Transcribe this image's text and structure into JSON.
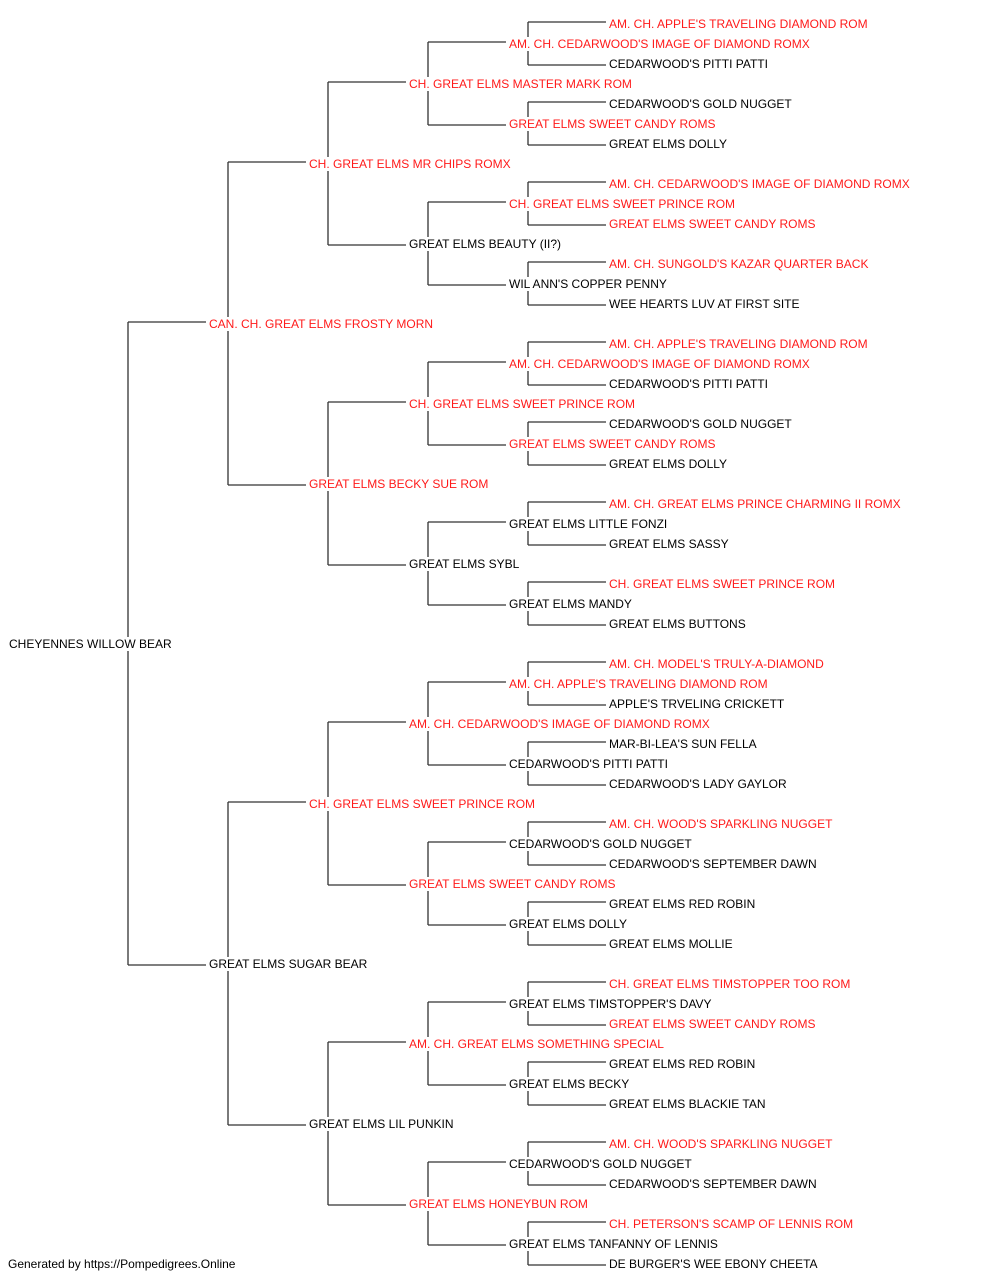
{
  "colors": {
    "titled": "#ff1a1a",
    "normal": "#000000",
    "line": "#333333"
  },
  "pedigree": {
    "name": "CHEYENNES WILLOW BEAR",
    "red": false,
    "sire": {
      "name": "CAN. CH. GREAT ELMS FROSTY MORN",
      "red": true,
      "sire": {
        "name": "CH. GREAT ELMS MR CHIPS ROMX",
        "red": true,
        "sire": {
          "name": "CH. GREAT ELMS MASTER MARK ROM",
          "red": true,
          "sire": {
            "name": "AM. CH. CEDARWOOD'S IMAGE OF DIAMOND ROMX",
            "red": true,
            "sire": {
              "name": "AM. CH. APPLE'S TRAVELING DIAMOND ROM",
              "red": true
            },
            "dam": {
              "name": "CEDARWOOD'S PITTI PATTI",
              "red": false
            }
          },
          "dam": {
            "name": "GREAT ELMS SWEET CANDY ROMS",
            "red": true,
            "sire": {
              "name": "CEDARWOOD'S GOLD NUGGET",
              "red": false
            },
            "dam": {
              "name": "GREAT ELMS DOLLY",
              "red": false
            }
          }
        },
        "dam": {
          "name": "GREAT ELMS BEAUTY (II?)",
          "red": false,
          "sire": {
            "name": "CH. GREAT ELMS SWEET PRINCE ROM",
            "red": true,
            "sire": {
              "name": "AM. CH. CEDARWOOD'S IMAGE OF DIAMOND ROMX",
              "red": true
            },
            "dam": {
              "name": "GREAT ELMS SWEET CANDY ROMS",
              "red": true
            }
          },
          "dam": {
            "name": "WIL ANN'S COPPER PENNY",
            "red": false,
            "sire": {
              "name": "AM. CH. SUNGOLD'S KAZAR QUARTER BACK",
              "red": true
            },
            "dam": {
              "name": "WEE HEARTS LUV AT FIRST SITE",
              "red": false
            }
          }
        }
      },
      "dam": {
        "name": "GREAT ELMS BECKY SUE ROM",
        "red": true,
        "sire": {
          "name": "CH. GREAT ELMS SWEET PRINCE ROM",
          "red": true,
          "sire": {
            "name": "AM. CH. CEDARWOOD'S IMAGE OF DIAMOND ROMX",
            "red": true,
            "sire": {
              "name": "AM. CH. APPLE'S TRAVELING DIAMOND ROM",
              "red": true
            },
            "dam": {
              "name": "CEDARWOOD'S PITTI PATTI",
              "red": false
            }
          },
          "dam": {
            "name": "GREAT ELMS SWEET CANDY ROMS",
            "red": true,
            "sire": {
              "name": "CEDARWOOD'S GOLD NUGGET",
              "red": false
            },
            "dam": {
              "name": "GREAT ELMS DOLLY",
              "red": false
            }
          }
        },
        "dam": {
          "name": "GREAT ELMS SYBL",
          "red": false,
          "sire": {
            "name": "GREAT ELMS LITTLE FONZI",
            "red": false,
            "sire": {
              "name": "AM. CH. GREAT ELMS PRINCE CHARMING II ROMX",
              "red": true
            },
            "dam": {
              "name": "GREAT ELMS SASSY",
              "red": false
            }
          },
          "dam": {
            "name": "GREAT ELMS MANDY",
            "red": false,
            "sire": {
              "name": "CH. GREAT ELMS SWEET PRINCE ROM",
              "red": true
            },
            "dam": {
              "name": "GREAT ELMS BUTTONS",
              "red": false
            }
          }
        }
      }
    },
    "dam": {
      "name": "GREAT ELMS SUGAR BEAR",
      "red": false,
      "sire": {
        "name": "CH. GREAT ELMS SWEET PRINCE ROM",
        "red": true,
        "sire": {
          "name": "AM. CH. CEDARWOOD'S IMAGE OF DIAMOND ROMX",
          "red": true,
          "sire": {
            "name": "AM. CH. APPLE'S TRAVELING DIAMOND ROM",
            "red": true,
            "sire": {
              "name": "AM. CH. MODEL'S TRULY-A-DIAMOND",
              "red": true
            },
            "dam": {
              "name": "APPLE'S TRVELING CRICKETT",
              "red": false
            }
          },
          "dam": {
            "name": "CEDARWOOD'S PITTI PATTI",
            "red": false,
            "sire": {
              "name": "MAR-BI-LEA'S SUN FELLA",
              "red": false
            },
            "dam": {
              "name": "CEDARWOOD'S LADY GAYLOR",
              "red": false
            }
          }
        },
        "dam": {
          "name": "GREAT ELMS SWEET CANDY ROMS",
          "red": true,
          "sire": {
            "name": "CEDARWOOD'S GOLD NUGGET",
            "red": false,
            "sire": {
              "name": "AM. CH. WOOD'S SPARKLING NUGGET",
              "red": true
            },
            "dam": {
              "name": "CEDARWOOD'S SEPTEMBER DAWN",
              "red": false
            }
          },
          "dam": {
            "name": "GREAT ELMS DOLLY",
            "red": false,
            "sire": {
              "name": "GREAT ELMS RED ROBIN",
              "red": false
            },
            "dam": {
              "name": "GREAT ELMS MOLLIE",
              "red": false
            }
          }
        }
      },
      "dam": {
        "name": "GREAT ELMS LIL PUNKIN",
        "red": false,
        "sire": {
          "name": "AM. CH. GREAT ELMS SOMETHING SPECIAL",
          "red": true,
          "sire": {
            "name": "GREAT ELMS TIMSTOPPER'S DAVY",
            "red": false,
            "sire": {
              "name": "CH. GREAT ELMS TIMSTOPPER TOO ROM",
              "red": true
            },
            "dam": {
              "name": "GREAT ELMS SWEET CANDY ROMS",
              "red": true
            }
          },
          "dam": {
            "name": "GREAT ELMS BECKY",
            "red": false,
            "sire": {
              "name": "GREAT ELMS RED ROBIN",
              "red": false
            },
            "dam": {
              "name": "GREAT ELMS BLACKIE TAN",
              "red": false
            }
          }
        },
        "dam": {
          "name": "GREAT ELMS HONEYBUN ROM",
          "red": true,
          "sire": {
            "name": "CEDARWOOD'S GOLD NUGGET",
            "red": false,
            "sire": {
              "name": "AM. CH. WOOD'S SPARKLING NUGGET",
              "red": true
            },
            "dam": {
              "name": "CEDARWOOD'S SEPTEMBER DAWN",
              "red": false
            }
          },
          "dam": {
            "name": "GREAT ELMS TANFANNY OF LENNIS",
            "red": false,
            "sire": {
              "name": "CH. PETERSON'S SCAMP OF LENNIS ROM",
              "red": true
            },
            "dam": {
              "name": "DE BURGER'S WEE EBONY CHEETA",
              "red": false
            }
          }
        }
      }
    }
  },
  "footer": "Generated by https://Pompedigrees.Online"
}
